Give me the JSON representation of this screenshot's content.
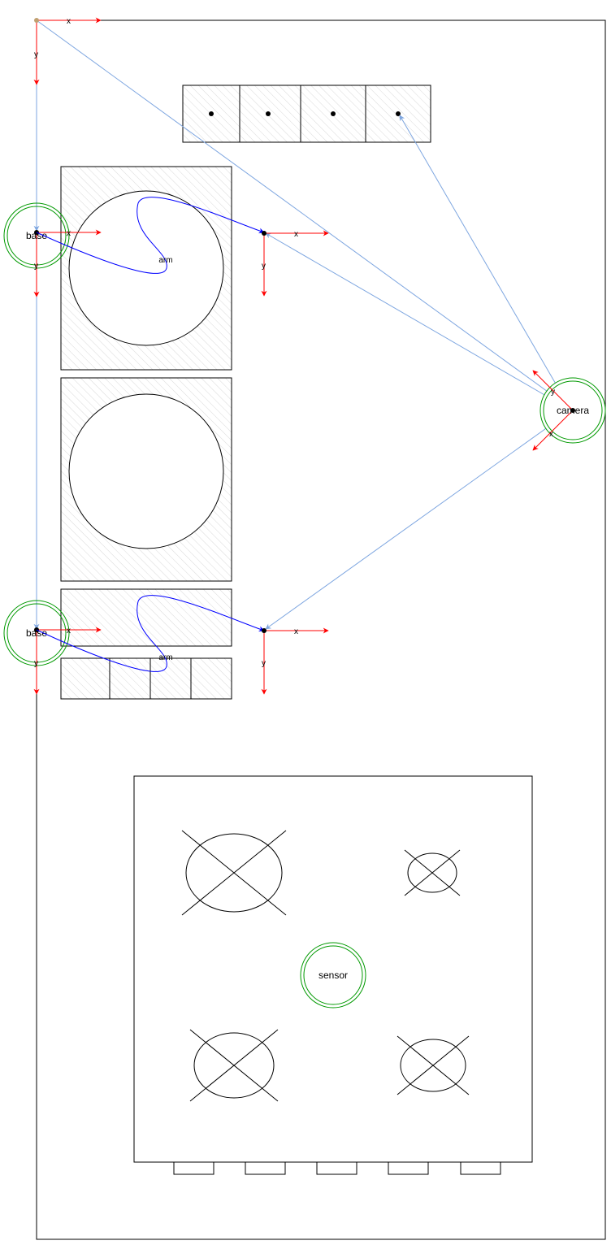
{
  "labels": {
    "x": "x",
    "y": "y",
    "base": "base",
    "arm": "arm",
    "camera": "camera",
    "sensor": "sensor"
  },
  "colors": {
    "axis": "#ff0000",
    "link": "#7ea6e0",
    "arm_path": "#0000ff",
    "node_ring": "#009900",
    "hatch": "#d9d9d9",
    "outline": "#000000",
    "origin": "#c0a070"
  }
}
